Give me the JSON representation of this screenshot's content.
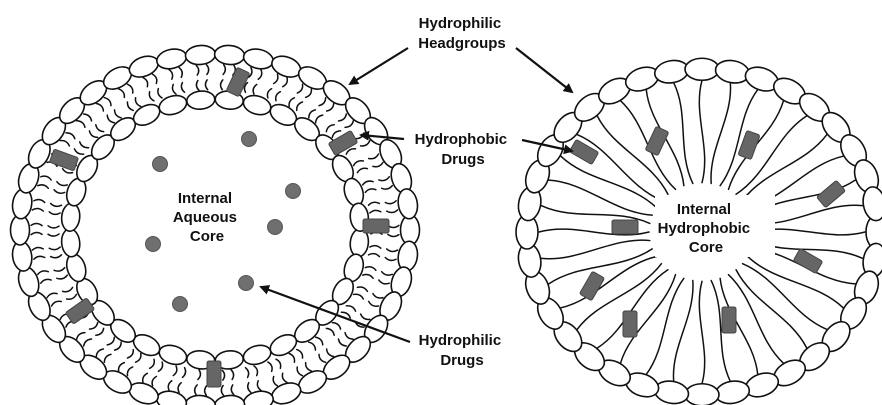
{
  "labels": {
    "hydrophilic_headgroups": [
      "Hydrophilic",
      "Headgroups"
    ],
    "hydrophobic_drugs": [
      "Hydrophobic",
      "Drugs"
    ],
    "hydrophilic_drugs": [
      "Hydrophilic",
      "Drugs"
    ],
    "internal_aqueous_core": [
      "Internal",
      "Aqueous",
      "Core"
    ],
    "internal_hydrophobic_core": [
      "Internal",
      "Hydrophobic",
      "Core"
    ]
  },
  "colors": {
    "outline": "#111111",
    "headgroup_fill": "#ffffff",
    "drug_fill": "#666666",
    "background": "#ffffff"
  }
}
